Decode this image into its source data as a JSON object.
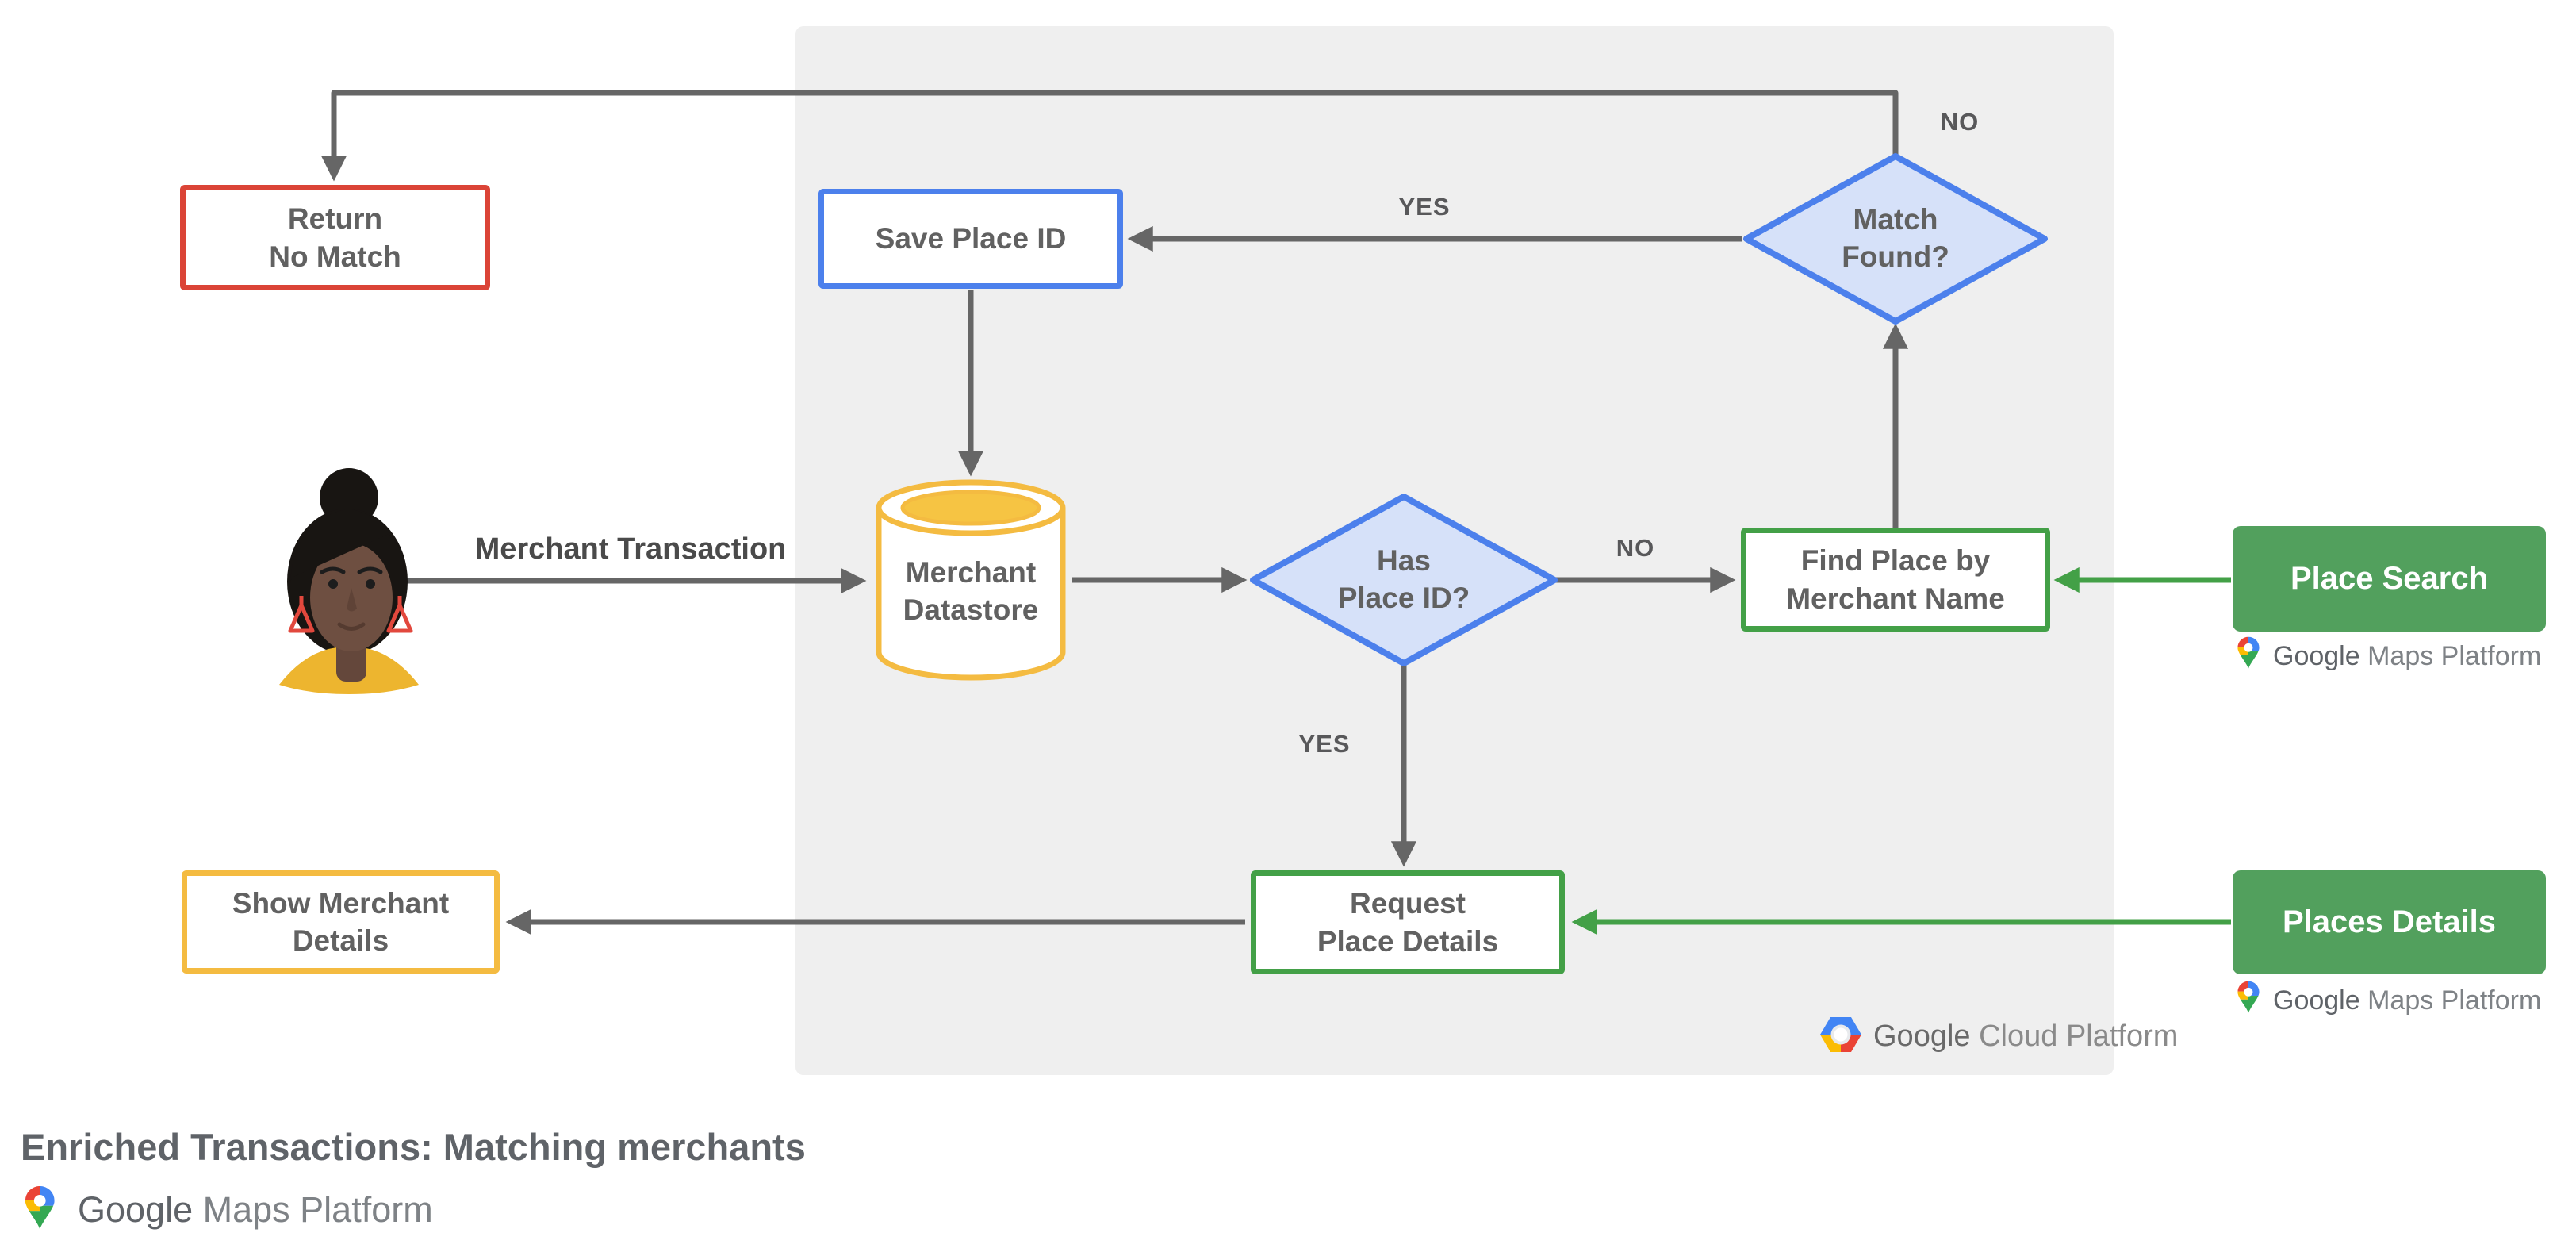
{
  "title": "Enriched Transactions: Matching merchants",
  "colors": {
    "panel": "#EFEFEF",
    "red": "#DB4437",
    "blue": "#4C80EC",
    "blue_fill": "#D6E1F9",
    "yellow": "#F4BB41",
    "green": "#43A047",
    "green_fill": "#52A05D",
    "arrow_gray": "#666666",
    "text_gray": "#616161"
  },
  "nodes": {
    "return_no_match": {
      "label": "Return\nNo Match"
    },
    "save_place_id": {
      "label": "Save Place ID"
    },
    "match_found": {
      "label": "Match\nFound?"
    },
    "merchant_datastore": {
      "label": "Merchant\nDatastore"
    },
    "has_place_id": {
      "label": "Has\nPlace ID?"
    },
    "find_place": {
      "label": "Find Place by\nMerchant Name"
    },
    "place_search": {
      "label": "Place Search"
    },
    "request_place_details": {
      "label": "Request\nPlace Details"
    },
    "places_details": {
      "label": "Places Details"
    },
    "show_merchant_details": {
      "label": "Show Merchant\nDetails"
    }
  },
  "edges": {
    "match_found_no": "NO",
    "match_found_yes": "YES",
    "has_place_id_no": "NO",
    "has_place_id_yes": "YES",
    "merchant_transaction": "Merchant Transaction"
  },
  "logos": {
    "cloud_platform": {
      "google": "Google",
      "rest": " Cloud Platform"
    },
    "maps_platform": {
      "google": "Google",
      "rest": " Maps Platform"
    }
  }
}
